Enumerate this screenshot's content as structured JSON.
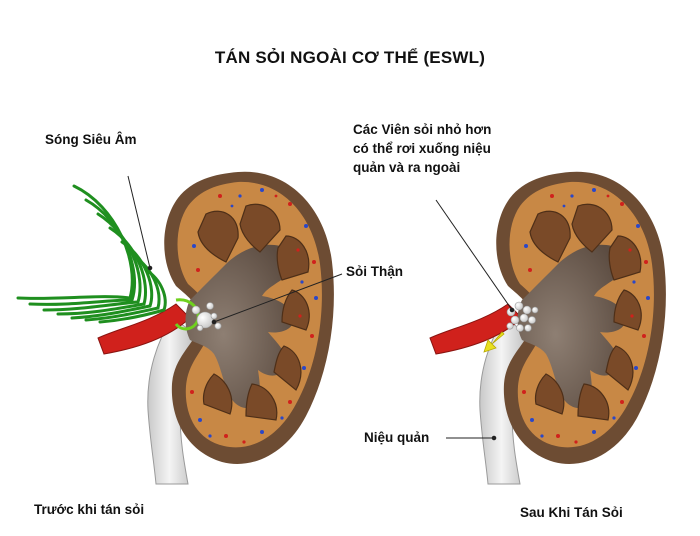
{
  "title": "TÁN SỎI NGOÀI CƠ THỂ (ESWL)",
  "labels": {
    "ultrasound": "Sóng Siêu Âm",
    "kidney_stone": "Sỏi Thận",
    "small_stones_line1": "Các Viên sỏi nhỏ hơn",
    "small_stones_line2": "có thể rơi xuống niệu",
    "small_stones_line3": "quản và ra ngoài",
    "ureter": "Niệu quản",
    "before": "Trước khi tán sỏi",
    "after": "Sau Khi Tán Sỏi"
  },
  "colors": {
    "cortex": "#c88845",
    "capsule": "#6d4c33",
    "pyramid": "#7a4a28",
    "pelvis": "#7b6a5e",
    "artery": "#d0211c",
    "ureter": "#e6e6e6",
    "wave": "#1f8f1f",
    "arrow": "#e8e020"
  }
}
